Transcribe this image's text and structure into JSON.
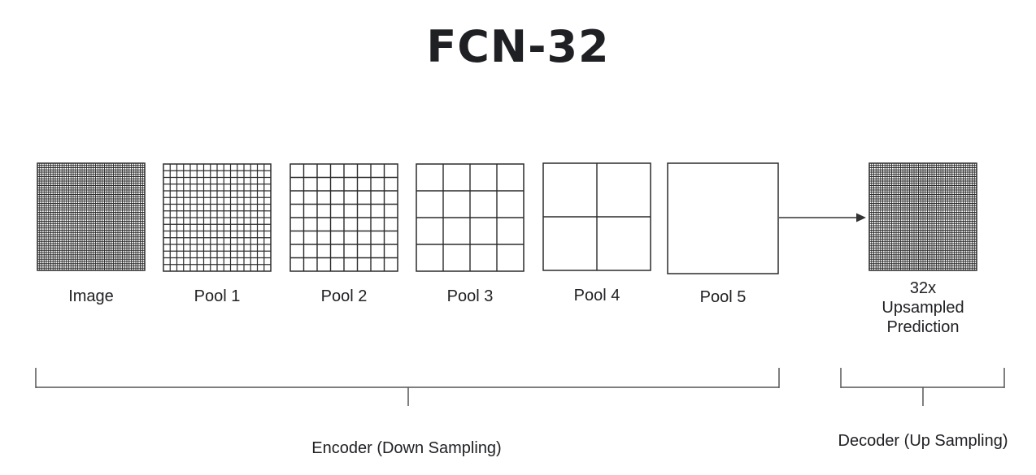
{
  "title": "FCN-32",
  "stages": [
    {
      "label": "Image",
      "cells": 48
    },
    {
      "label": "Pool 1",
      "cells": 16
    },
    {
      "label": "Pool 2",
      "cells": 8
    },
    {
      "label": "Pool 3",
      "cells": 4
    },
    {
      "label": "Pool 4",
      "cells": 2
    },
    {
      "label": "Pool 5",
      "cells": 1
    }
  ],
  "prediction": {
    "label_line1": "32x",
    "label_line2": "Upsampled",
    "label_line3": "Prediction",
    "cells": 48
  },
  "encoder_label": "Encoder (Down Sampling)",
  "decoder_label": "Decoder (Up Sampling)",
  "colors": {
    "line": "#2b2b2b",
    "text": "#202124",
    "bracket": "#555555"
  }
}
